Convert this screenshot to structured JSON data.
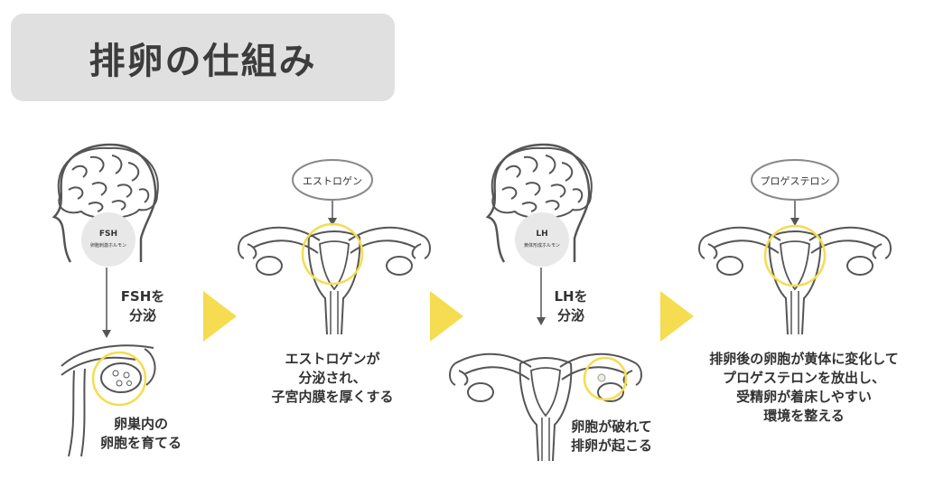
{
  "title": "排卵の仕組み",
  "colors": {
    "accent": "#f5dc50",
    "title_bg": "#e0e0e0",
    "line": "#555555",
    "circle_bg": "#e8e8e8"
  },
  "steps": [
    {
      "hormone_label": "FSH",
      "hormone_sub": "卵胞刺激ホルモン",
      "arrow_text": [
        "FSHを",
        "分泌"
      ],
      "caption": [
        "卵巣内の",
        "卵胞を育てる"
      ]
    },
    {
      "bubble": "エストロゲン",
      "caption": [
        "エストロゲンが",
        "分泌され、",
        "子宮内膜を厚くする"
      ]
    },
    {
      "hormone_label": "LH",
      "hormone_sub": "黄体形成ホルモン",
      "arrow_text": [
        "LHを",
        "分泌"
      ],
      "caption": [
        "卵胞が破れて",
        "排卵が起こる"
      ]
    },
    {
      "bubble": "プロゲステロン",
      "caption": [
        "排卵後の卵胞が黄体に変化して",
        "プロゲステロンを放出し、",
        "受精卵が着床しやすい",
        "環境を整える"
      ]
    }
  ]
}
